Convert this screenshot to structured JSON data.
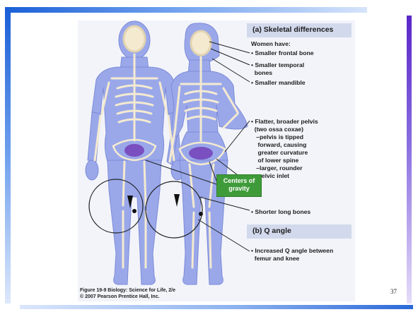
{
  "panel_a": {
    "heading": "(a) Skeletal differences",
    "intro": "Women have:",
    "items": [
      "• Smaller frontal bone",
      "• Smaller temporal\n  bones",
      "• Smaller mandible",
      "• Flatter, broader pelvis\n  (two ossa coxae)\n   –pelvis is tipped\n    forward, causing\n    greater curvature\n    of lower spine\n   –larger, rounder\n    pelvic inlet",
      "• Shorter long bones"
    ]
  },
  "centers_of_gravity": "Centers of\ngravity",
  "panel_b": {
    "heading": "(b) Q angle",
    "items": [
      "• Increased Q angle between\n  femur and knee"
    ]
  },
  "caption": "Figure 19-9 Biology: Science for Life, 2/e\n© 2007 Pearson Prentice Hall, Inc.",
  "page_number": "37",
  "colors": {
    "frame_blue": "#1a5fd6",
    "frame_purple": "#5a26c8",
    "body_fill": "#9aa8ea",
    "pelvis_purple": "#7a4fc0",
    "gravity_green": "#3f9b3a",
    "heading_bg": "#d2d9ec"
  }
}
